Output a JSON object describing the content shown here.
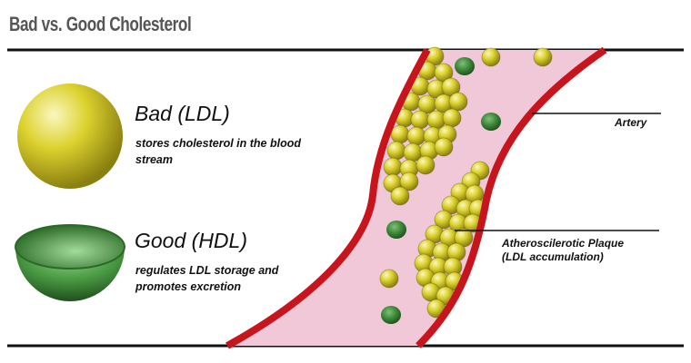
{
  "title": "Bad vs. Good Cholesterol",
  "bad": {
    "heading": "Bad (LDL)",
    "description": "stores cholesterol in the blood stream"
  },
  "good": {
    "heading": "Good (HDL)",
    "description": "regulates LDL storage and promotes excretion"
  },
  "labels": {
    "artery": "Artery",
    "plaque_line1": "Atheroscilerotic Plaque",
    "plaque_line2": "(LDL accumulation)"
  },
  "colors": {
    "ldl": "#d9d22a",
    "hdl": "#3f8a3a",
    "artery_wall": "#c8141c",
    "blood": "#f0c8d8"
  }
}
